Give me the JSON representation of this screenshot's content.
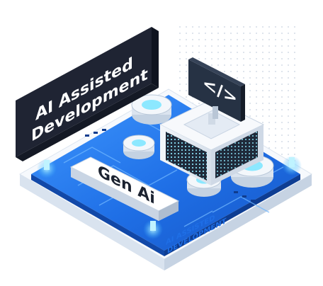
{
  "sign": {
    "line1": "AI Assisted",
    "line2": "Development"
  },
  "button": {
    "label": "Gen Ai"
  },
  "monitor": {
    "symbol": "</>",
    "icon": "code-brackets-icon"
  },
  "edge_label": {
    "line1": "AI ASSISTED",
    "line2": "DEVELOPMENT"
  },
  "colors": {
    "board": "#1f6fe6",
    "board_light": "#57a8ff",
    "sign_panel": "#1f2433",
    "monitor": "#263244",
    "server": "#e9eef5",
    "accent_glow": "#8ce8ff"
  }
}
